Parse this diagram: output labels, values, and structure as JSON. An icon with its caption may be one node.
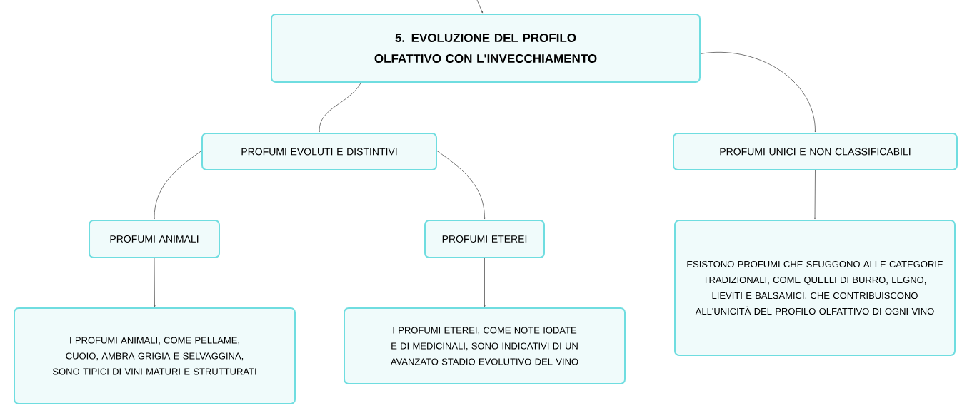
{
  "diagram": {
    "nodes": [
      {
        "text": [
          "5. EVOLUZIONE DEL PROFILO OLFATTIVO CON L'INVECCHIAMENTO"
        ]
      },
      {
        "text": [
          "PROFUMI EVOLUTI E DISTINTIVI"
        ]
      },
      {
        "text": [
          "PROFUMI UNICI E NON CLASSIFICABILI"
        ]
      },
      {
        "text": [
          "PROFUMI ANIMALI"
        ]
      },
      {
        "text": [
          "PROFUMI ETEREI"
        ]
      },
      {
        "text": [
          "I PROFUMI ANIMALI, COME PELLAME, CUOIO, AMBRA GRIGIA E SELVAGGINA, SONO TIPICI DI VINI MATURI E STRUTTURATI"
        ]
      },
      {
        "text": [
          "I PROFUMI ETEREI, COME NOTE IODATE E DI MEDICINALI, SONO INDICATIVI DI UN AVANZATO STADIO EVOLUTIVO DEL VINO"
        ]
      },
      {
        "text": [
          "ESISTONO PROFUMI CHE SFUGGONO ALLE CATEGORIE TRADIZIONALI, COME QUELLI DI BURRO, LEGNO, LIEVITI E BALSAMICI, CHE CONTRIBUISCONO ALL'UNICITÀ DEL PROFILO OLFATTIVO DI OGNI VINO"
        ]
      }
    ],
    "edges": [
      {
        "from": null,
        "to": 0,
        "arrow": "to"
      },
      {
        "from": 0,
        "to": 1,
        "arrow": "to"
      },
      {
        "from": 0,
        "to": 2,
        "arrow": "to"
      },
      {
        "from": 1,
        "to": 3,
        "arrow": "to"
      },
      {
        "from": 1,
        "to": 4,
        "arrow": "to"
      },
      {
        "from": 3,
        "to": 5,
        "arrow": "to"
      },
      {
        "from": 4,
        "to": 6,
        "arrow": "to"
      },
      {
        "from": 2,
        "to": 7,
        "arrow": "to"
      }
    ]
  }
}
